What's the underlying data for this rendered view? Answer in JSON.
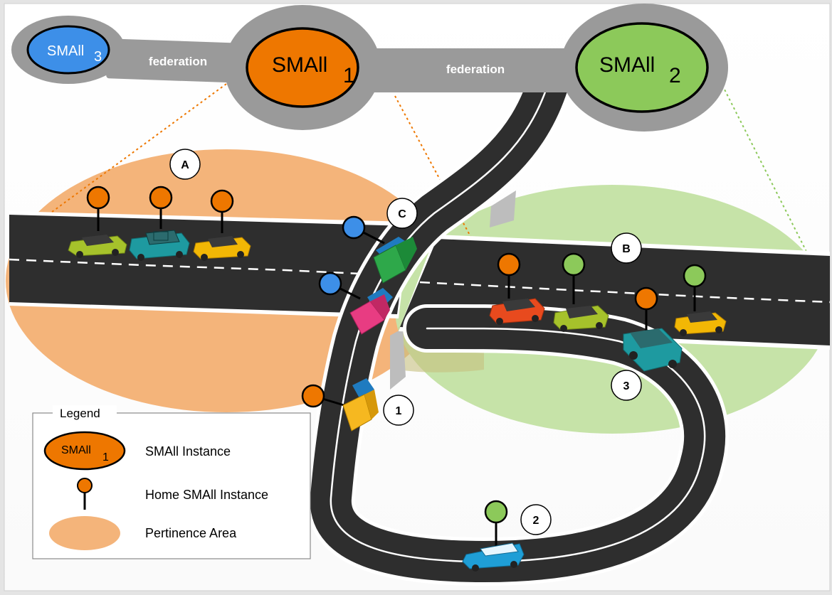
{
  "nodes": {
    "small3": {
      "name": "SMAll",
      "sub": "3",
      "color": "#3d8fe8"
    },
    "small1": {
      "name": "SMAll",
      "sub": "1",
      "color": "#ee7700"
    },
    "small2": {
      "name": "SMAll",
      "sub": "2",
      "color": "#8cc95a"
    }
  },
  "links": {
    "left": "federation",
    "right": "federation"
  },
  "markers": {
    "a": "A",
    "b": "B",
    "c": "C",
    "one": "1",
    "two": "2",
    "three": "3"
  },
  "legend": {
    "title": "Legend",
    "instance_badge_name": "SMAll",
    "instance_badge_sub": "1",
    "instance_label": "SMAll Instance",
    "home_label": "Home SMAll Instance",
    "area_label": "Pertinence Area"
  },
  "colors": {
    "orange": "#ee7700",
    "green": "#8cc95a",
    "blue": "#3d8fe8",
    "area_orange": "#f4b47a",
    "area_green": "#c6e3a8",
    "road": "#2e2e2e",
    "link": "#9a9a9a"
  }
}
